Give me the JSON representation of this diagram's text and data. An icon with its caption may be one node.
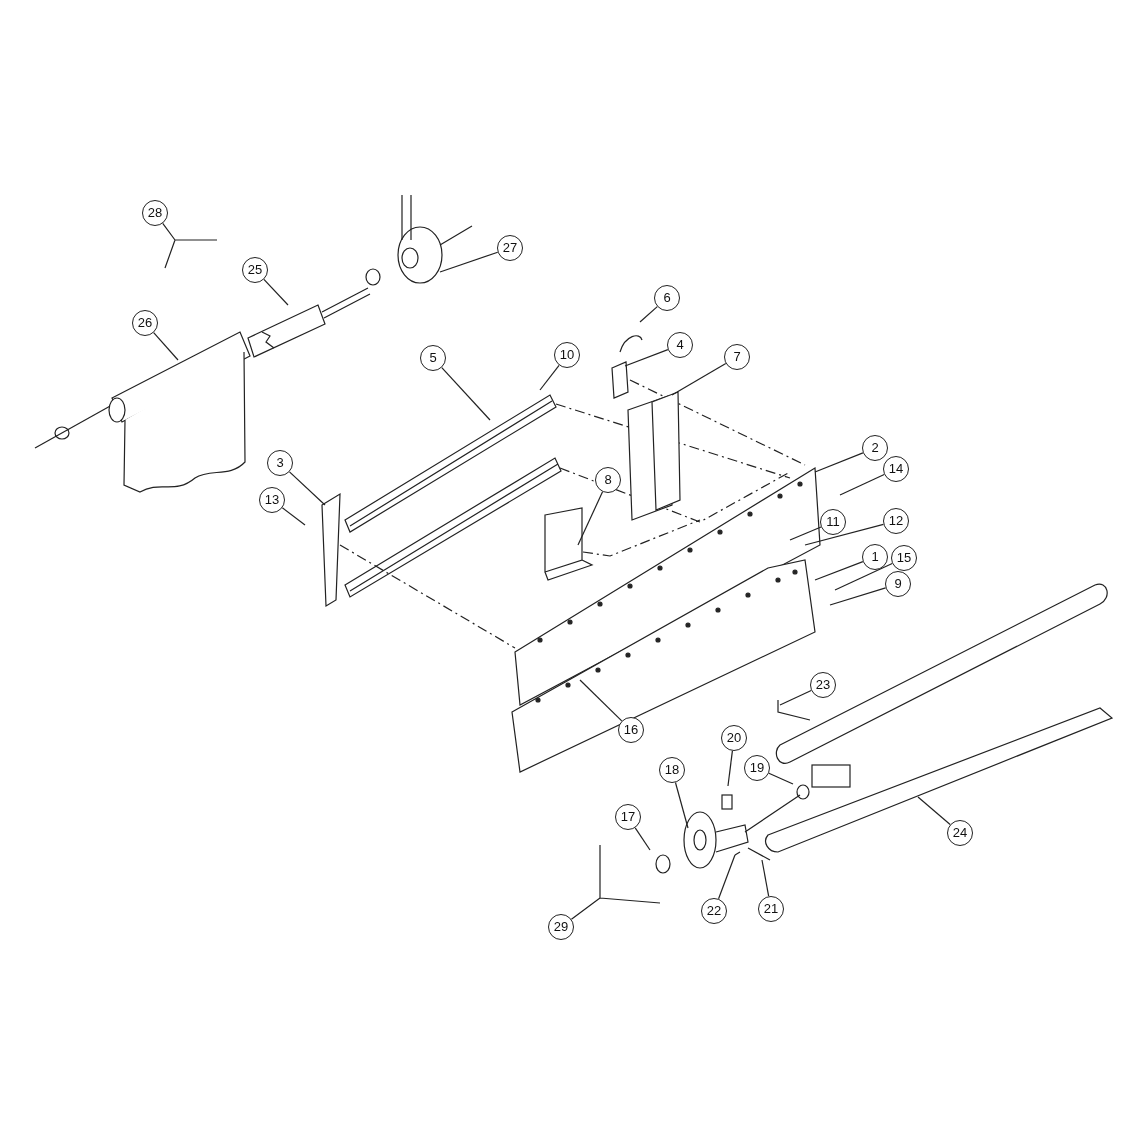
{
  "diagram": {
    "nodes": [
      {
        "text": [
          "28"
        ]
      },
      {
        "text": [
          "27"
        ]
      },
      {
        "text": [
          "25"
        ]
      },
      {
        "text": [
          "6"
        ]
      },
      {
        "text": [
          "26"
        ]
      },
      {
        "text": [
          "4"
        ]
      },
      {
        "text": [
          "10"
        ]
      },
      {
        "text": [
          "7"
        ]
      },
      {
        "text": [
          "5"
        ]
      },
      {
        "text": [
          "2"
        ]
      },
      {
        "text": [
          "3"
        ]
      },
      {
        "text": [
          "14"
        ]
      },
      {
        "text": [
          "8"
        ]
      },
      {
        "text": [
          "13"
        ]
      },
      {
        "text": [
          "11"
        ]
      },
      {
        "text": [
          "12"
        ]
      },
      {
        "text": [
          "1"
        ]
      },
      {
        "text": [
          "15"
        ]
      },
      {
        "text": [
          "9"
        ]
      },
      {
        "text": [
          "23"
        ]
      },
      {
        "text": [
          "16"
        ]
      },
      {
        "text": [
          "20"
        ]
      },
      {
        "text": [
          "19"
        ]
      },
      {
        "text": [
          "18"
        ]
      },
      {
        "text": [
          "17"
        ]
      },
      {
        "text": [
          "24"
        ]
      },
      {
        "text": [
          "21"
        ]
      },
      {
        "text": [
          "22"
        ]
      },
      {
        "text": [
          "29"
        ]
      }
    ],
    "edges": [
      {
        "from": 0,
        "to": null,
        "arrow": "none"
      },
      {
        "from": 1,
        "to": null,
        "arrow": "none"
      },
      {
        "from": 2,
        "to": null,
        "arrow": "none"
      },
      {
        "from": 3,
        "to": null,
        "arrow": "none"
      },
      {
        "from": 4,
        "to": null,
        "arrow": "none"
      },
      {
        "from": 5,
        "to": null,
        "arrow": "none"
      },
      {
        "from": 6,
        "to": null,
        "arrow": "none"
      },
      {
        "from": 7,
        "to": null,
        "arrow": "none"
      },
      {
        "from": 8,
        "to": null,
        "arrow": "none"
      },
      {
        "from": 9,
        "to": null,
        "arrow": "none"
      },
      {
        "from": 10,
        "to": null,
        "arrow": "none"
      },
      {
        "from": 11,
        "to": null,
        "arrow": "none"
      },
      {
        "from": 12,
        "to": null,
        "arrow": "none"
      },
      {
        "from": 13,
        "to": null,
        "arrow": "none"
      },
      {
        "from": 14,
        "to": null,
        "arrow": "none"
      },
      {
        "from": 15,
        "to": null,
        "arrow": "none"
      },
      {
        "from": 16,
        "to": null,
        "arrow": "none"
      },
      {
        "from": 17,
        "to": null,
        "arrow": "none"
      },
      {
        "from": 18,
        "to": null,
        "arrow": "none"
      },
      {
        "from": 19,
        "to": null,
        "arrow": "none"
      },
      {
        "from": 20,
        "to": null,
        "arrow": "none"
      },
      {
        "from": 21,
        "to": null,
        "arrow": "none"
      },
      {
        "from": 22,
        "to": null,
        "arrow": "none"
      },
      {
        "from": 23,
        "to": null,
        "arrow": "none"
      },
      {
        "from": 24,
        "to": null,
        "arrow": "none"
      },
      {
        "from": 25,
        "to": null,
        "arrow": "none"
      },
      {
        "from": 26,
        "to": null,
        "arrow": "none"
      },
      {
        "from": 27,
        "to": null,
        "arrow": "none"
      },
      {
        "from": 28,
        "to": null,
        "arrow": "none"
      }
    ]
  }
}
